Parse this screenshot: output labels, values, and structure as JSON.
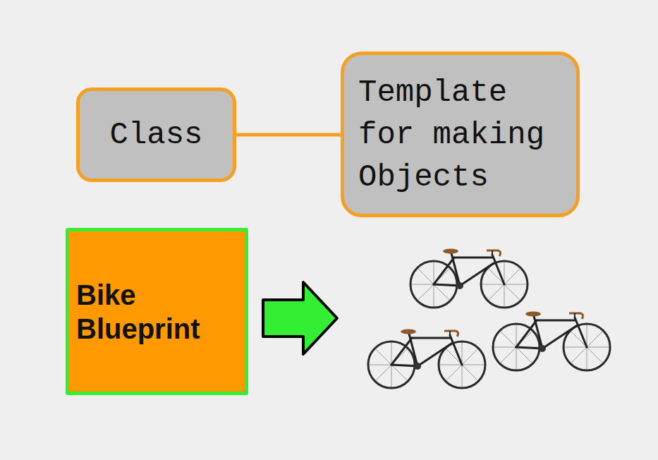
{
  "diagram": {
    "nodes": [
      {
        "text": [
          "Class"
        ]
      },
      {
        "text": [
          "Template for making Objects"
        ]
      },
      {
        "text": [
          "Bike Blueprint"
        ]
      }
    ],
    "edges": [
      {
        "from": 0,
        "to": 1,
        "arrow": "none"
      }
    ]
  }
}
